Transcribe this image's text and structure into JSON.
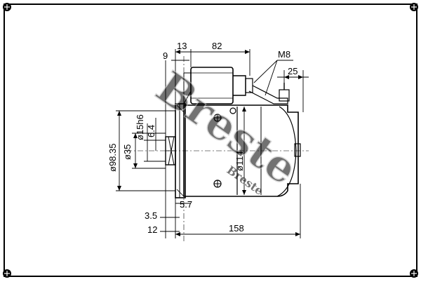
{
  "dimensions": {
    "d9": "9",
    "d13": "13",
    "d82": "82",
    "m8": "M8",
    "d25": "25",
    "phi9835": "ø98.35",
    "phi35": "ø35",
    "phi15h6": "ø15h6",
    "d64": "6.4",
    "phi114": "ø114",
    "d57": "5.7",
    "d35": "3.5",
    "d12": "12",
    "d158": "158"
  },
  "watermark": {
    "brand": "Breste",
    "sub": "Breste"
  },
  "colors": {
    "line": "#000000",
    "frame": "#000000",
    "watermark": "#c8c8c8"
  }
}
